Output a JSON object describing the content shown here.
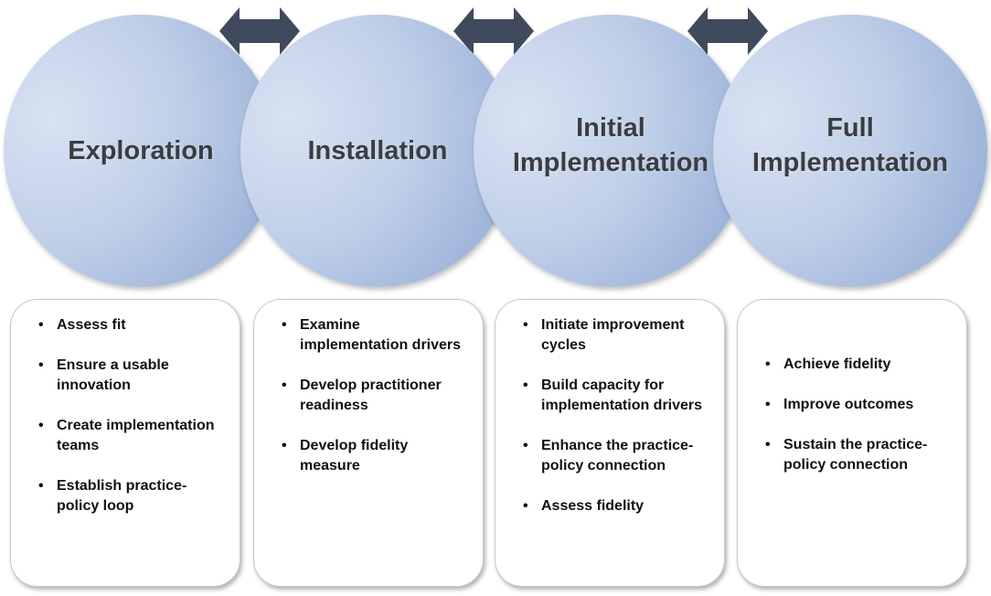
{
  "colors": {
    "arrow": "#3f4a5c",
    "circle_light": "#d8e2f2",
    "circle_dark": "#8aa3d0",
    "title_text": "#3a3d42"
  },
  "stages": [
    {
      "title": "Exploration",
      "items": [
        "Assess fit",
        "Ensure a usable innovation",
        "Create implementation teams",
        "Establish practice-policy loop"
      ]
    },
    {
      "title": "Installation",
      "items": [
        "Examine implementation drivers",
        "Develop practitioner readiness",
        "Develop fidelity measure"
      ]
    },
    {
      "title": "Initial Implementation",
      "items": [
        "Initiate improvement cycles",
        "Build capacity for implementation drivers",
        "Enhance the practice-policy connection",
        "Assess fidelity"
      ]
    },
    {
      "title": "Full Implementation",
      "items": [
        "Achieve fidelity",
        "Improve outcomes",
        "Sustain the practice-policy connection"
      ]
    }
  ],
  "arrows": [
    "double-arrow-icon",
    "double-arrow-icon",
    "double-arrow-icon"
  ]
}
